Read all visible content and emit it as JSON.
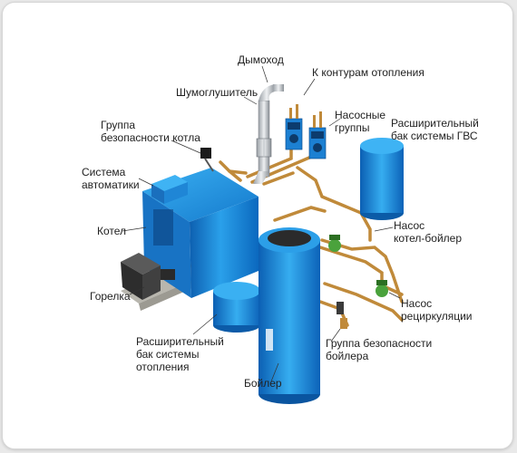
{
  "labels": {
    "chimney": "Дымоход",
    "heating_circuits": "К контурам отопления",
    "silencer": "Шумоглушитель",
    "pump_groups": "Насосные\nгруппы",
    "boiler_safety_group": "Группа\nбезопасности котла",
    "dhw_expansion_tank": "Расширительный\nбак системы ГВС",
    "automation_system": "Система\nавтоматики",
    "boiler": "Котел",
    "boiler_pump": "Насос\nкотел-бойлер",
    "burner": "Горелка",
    "recirculation_pump": "Насос\nрециркуляции",
    "heating_expansion_tank": "Расширительный\nбак системы\nотопления",
    "water_heater_safety_group": "Группа безопасности\nбойлера",
    "water_heater": "Бойлер"
  },
  "colors": {
    "equipment_blue": "#1f8fdc",
    "pipe_copper": "#c08a3a",
    "burner_dark": "#3a3a3a",
    "pump_green": "#4aa23c"
  }
}
